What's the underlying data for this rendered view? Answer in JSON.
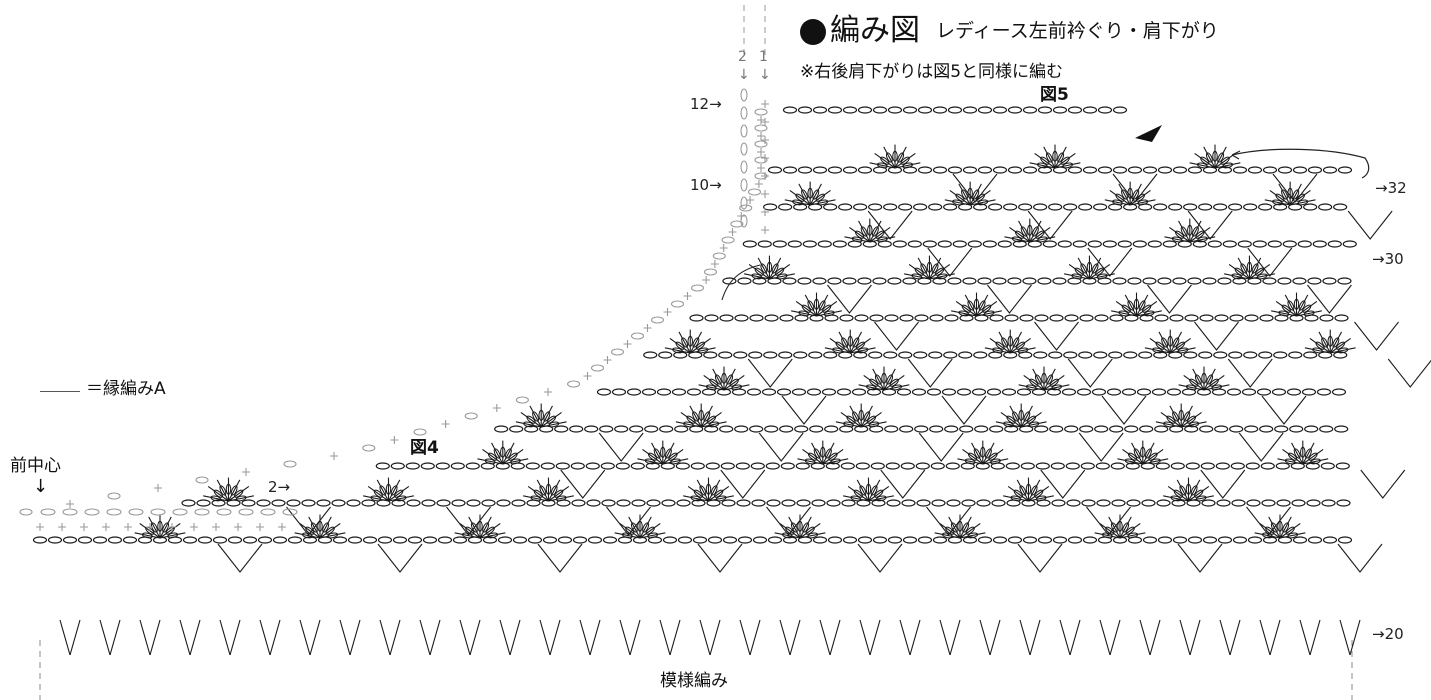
{
  "title": {
    "main": "編み図",
    "sub": "レディース左前衿ぐり・肩下がり"
  },
  "note": "※右後肩下がりは図5と同様に編む",
  "figure_labels": {
    "fig5": "図5",
    "fig4": "図4"
  },
  "legend": {
    "text": "＝縁編みA"
  },
  "front_center": {
    "label": "前中心",
    "arrow": "↓"
  },
  "bottom_label": "模様編み",
  "column_numbers": {
    "col2": "2",
    "col1": "1",
    "arrow": "↓"
  },
  "row_labels": {
    "left_12": "12→",
    "left_10": "10→",
    "left_2": "2→",
    "right_32": "→32",
    "right_30": "→30",
    "right_20": "→20"
  },
  "colors": {
    "stitch": "#1a1a1a",
    "edging": "#9a9a9a",
    "guide": "#777777"
  },
  "icons": [
    "filled-circle-icon",
    "triangle-marker-icon",
    "down-arrow-icon"
  ]
}
